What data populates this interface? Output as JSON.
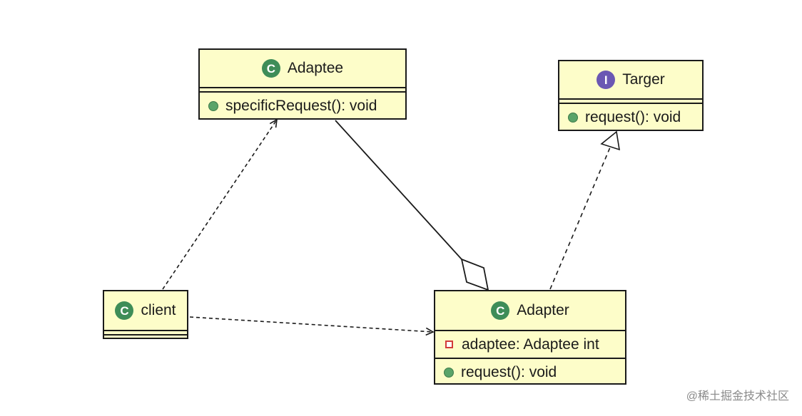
{
  "colors": {
    "class_fill": "#fdfdc9",
    "border": "#1a1a1a",
    "class_icon": "#3e8d58",
    "interface_icon": "#6b57b3",
    "public_member": "#5aa469",
    "private_member": "#d23a3a"
  },
  "classes": {
    "adaptee": {
      "name": "Adaptee",
      "icon_letter": "C",
      "methods": [
        "specificRequest(): void"
      ]
    },
    "targer": {
      "name": "Targer",
      "icon_letter": "I",
      "methods": [
        "request(): void"
      ]
    },
    "client": {
      "name": "client",
      "icon_letter": "C"
    },
    "adapter": {
      "name": "Adapter",
      "icon_letter": "C",
      "attributes": [
        "adaptee: Adaptee int"
      ],
      "methods": [
        "request(): void"
      ]
    }
  },
  "relations": [
    {
      "from": "client",
      "to": "adaptee",
      "kind": "dependency"
    },
    {
      "from": "client",
      "to": "adapter",
      "kind": "dependency"
    },
    {
      "from": "adapter",
      "to": "adaptee",
      "kind": "aggregation"
    },
    {
      "from": "adapter",
      "to": "targer",
      "kind": "realization"
    }
  ],
  "watermark": "@稀土掘金技术社区"
}
